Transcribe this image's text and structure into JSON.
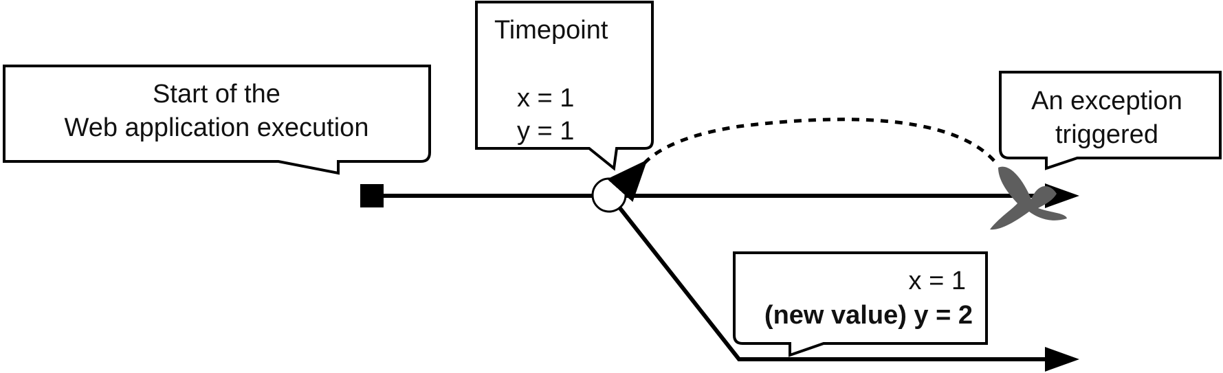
{
  "callouts": {
    "start": {
      "line1": "Start of the",
      "line2": "Web application execution"
    },
    "timepoint": {
      "title": "Timepoint",
      "x_line": "x = 1",
      "y_line": "y = 1"
    },
    "exception": {
      "line1": "An exception",
      "line2": "triggered"
    },
    "new_value": {
      "x_line": "x = 1",
      "y_line": "(new value) y = 2"
    }
  },
  "colors": {
    "ink": "#000000",
    "failure_mark": "#5e5e5e"
  },
  "icons": {
    "start_marker": "filled-square",
    "timepoint_marker": "open-circle",
    "failure_marker": "x-mark"
  }
}
